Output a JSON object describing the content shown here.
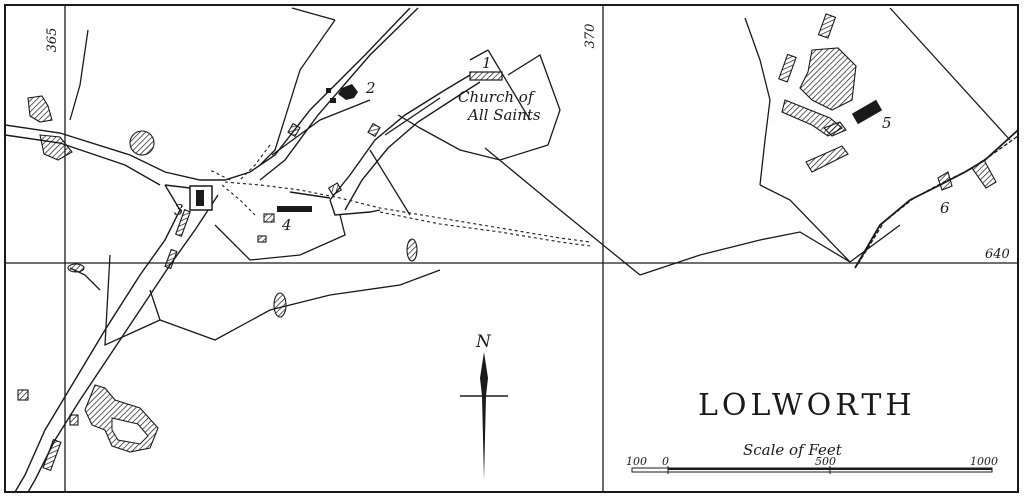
{
  "map": {
    "title": "LOLWORTH",
    "scale": {
      "title": "Scale of Feet",
      "ticks": [
        "100",
        "0",
        "500",
        "1000"
      ]
    },
    "north_label": "N",
    "grid_labels": {
      "easting_left": "365",
      "easting_middle": "370",
      "northing_right": "640"
    },
    "sites": [
      {
        "number": "1",
        "name": "Church of All Saints",
        "line1": "Church of",
        "line2": "All Saints"
      },
      {
        "number": "2"
      },
      {
        "number": "3"
      },
      {
        "number": "4"
      },
      {
        "number": "5"
      },
      {
        "number": "6"
      }
    ],
    "colors": {
      "ink": "#1a1a1a",
      "paper": "#ffffff"
    }
  }
}
